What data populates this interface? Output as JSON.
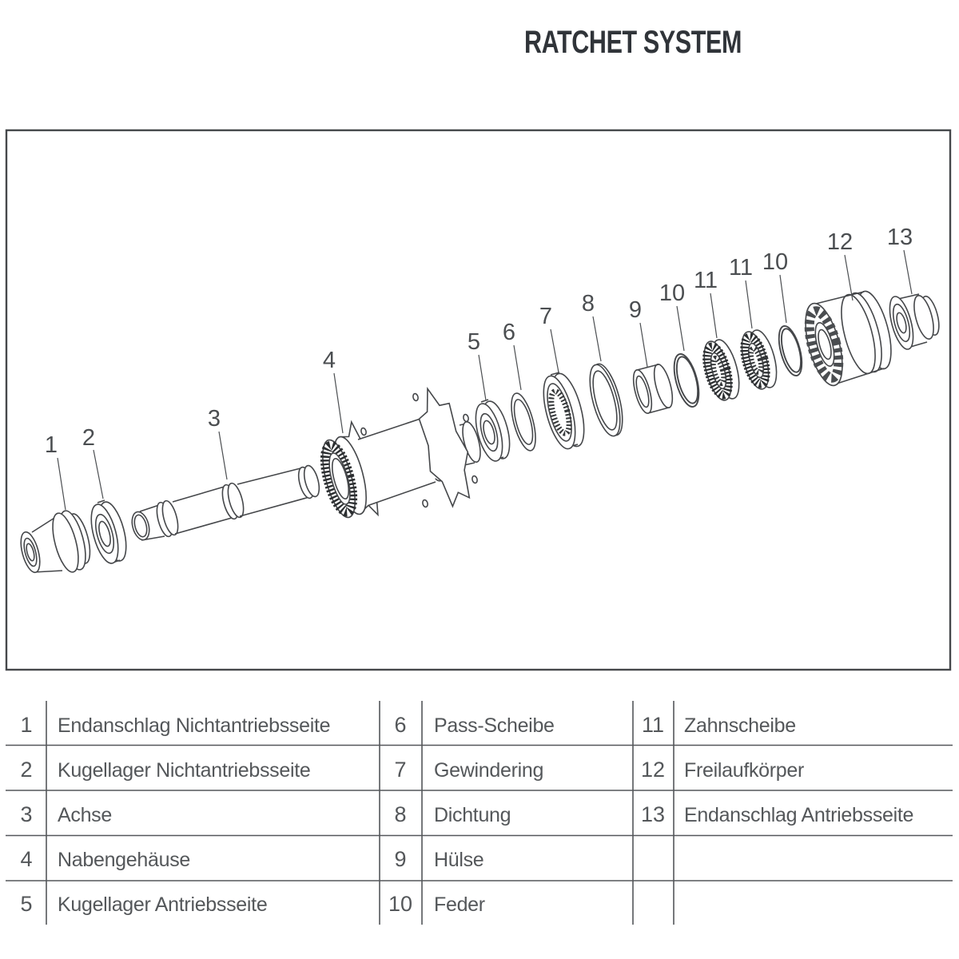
{
  "title": "RATCHET SYSTEM",
  "parts_table": {
    "columns": [
      {
        "rows": [
          {
            "num": "1",
            "label": "Endanschlag Nichtantriebsseite"
          },
          {
            "num": "2",
            "label": "Kugellager Nichtantriebsseite"
          },
          {
            "num": "3",
            "label": "Achse"
          },
          {
            "num": "4",
            "label": "Nabengehäuse"
          },
          {
            "num": "5",
            "label": "Kugellager Antriebsseite"
          }
        ]
      },
      {
        "rows": [
          {
            "num": "6",
            "label": "Pass-Scheibe"
          },
          {
            "num": "7",
            "label": "Gewindering"
          },
          {
            "num": "8",
            "label": "Dichtung"
          },
          {
            "num": "9",
            "label": "Hülse"
          },
          {
            "num": "10",
            "label": "Feder"
          }
        ]
      },
      {
        "rows": [
          {
            "num": "11",
            "label": "Zahnscheibe"
          },
          {
            "num": "12",
            "label": "Freilaufkörper"
          },
          {
            "num": "13",
            "label": "Endanschlag Antriebsseite"
          }
        ]
      }
    ]
  },
  "diagram": {
    "callouts": [
      {
        "n": "1"
      },
      {
        "n": "2"
      },
      {
        "n": "3"
      },
      {
        "n": "4"
      },
      {
        "n": "5"
      },
      {
        "n": "6"
      },
      {
        "n": "7"
      },
      {
        "n": "8"
      },
      {
        "n": "9"
      },
      {
        "n": "10"
      },
      {
        "n": "11"
      },
      {
        "n": "11"
      },
      {
        "n": "10"
      },
      {
        "n": "12"
      },
      {
        "n": "13"
      }
    ]
  },
  "colors": {
    "line": "#45474a",
    "table_line": "#54575a",
    "text": "#54575a",
    "title": "#303439",
    "background": "#ffffff"
  }
}
